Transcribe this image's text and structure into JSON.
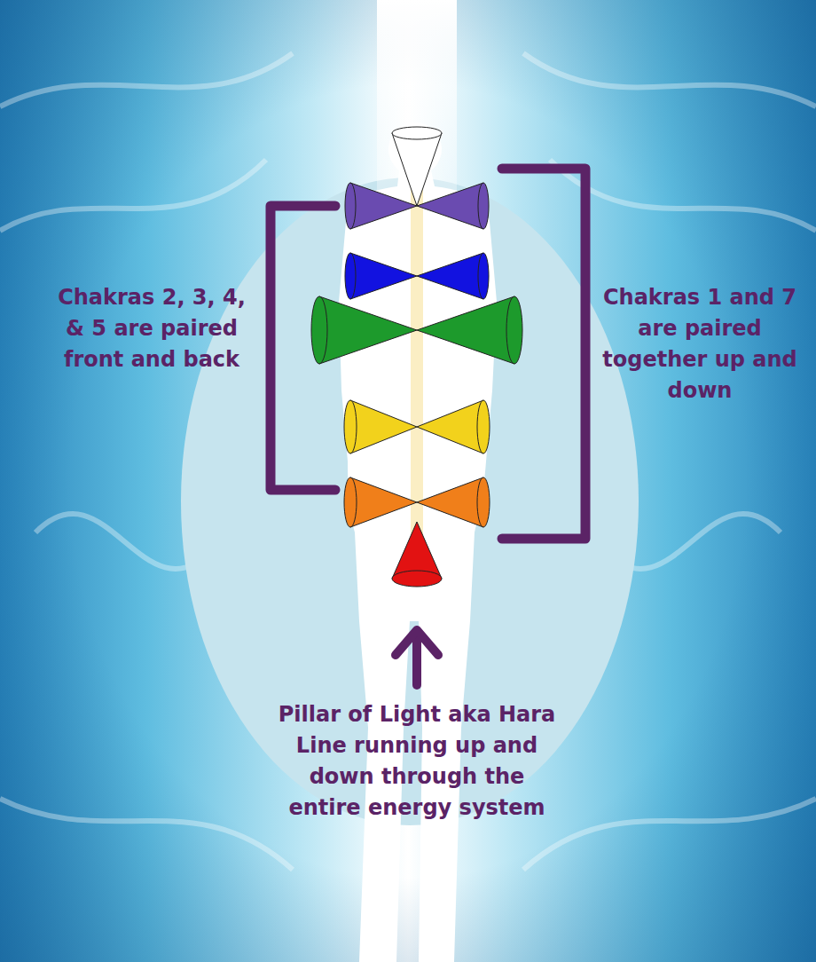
{
  "diagram": {
    "labels": [
      "Chakras 2, 3, 4, & 5 are paired front and back",
      "Chakras 1 and 7 are paired together up and down",
      "Pillar of Light aka Hara Line running up and down through the entire energy system"
    ]
  }
}
